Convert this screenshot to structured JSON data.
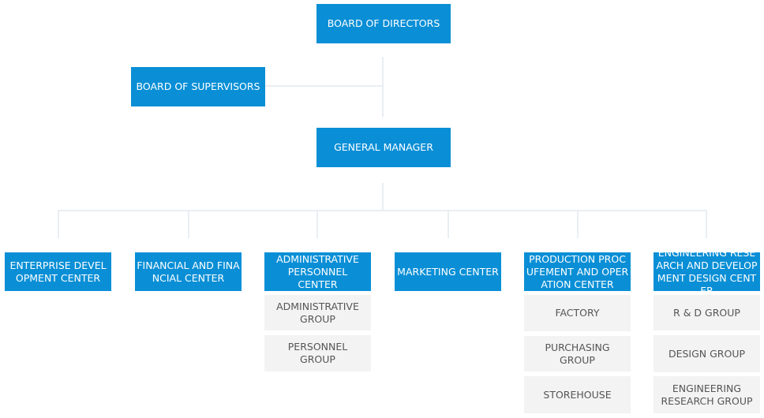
{
  "chart": {
    "top": {
      "board_of_directors": "BOARD OF DIRECTORS",
      "board_of_supervisors": "BOARD OF SUPERVISORS",
      "general_manager": "GENERAL MANAGER"
    },
    "departments": [
      {
        "label": "ENTERPRISE DEVELOPMENT CENTER",
        "groups": []
      },
      {
        "label": "FINANCIAL AND FINANCIAL CENTER",
        "groups": []
      },
      {
        "label": "ADMINISTRATIVE PERSONNEL CENTER",
        "groups": [
          "ADMINISTRATIVE GROUP",
          "PERSONNEL GROUP"
        ]
      },
      {
        "label": "MARKETING CENTER",
        "groups": []
      },
      {
        "label": "PRODUCTION PROCUFEMENT AND OPERATION CENTER",
        "groups": [
          "FACTORY",
          "PURCHASING GROUP",
          "STOREHOUSE"
        ]
      },
      {
        "label": "ENGINEERING RESEARCH AND DEVELOPMENT DESIGN CENTER",
        "groups": [
          "R & D GROUP",
          "DESIGN GROUP",
          "ENGINEERING RESEARCH GROUP"
        ]
      }
    ],
    "colors": {
      "box": "#0a8fd6",
      "box_text": "#ffffff",
      "sub_box": "#f3f3f3",
      "sub_text": "#555555",
      "connector": "#e9eef3"
    }
  }
}
